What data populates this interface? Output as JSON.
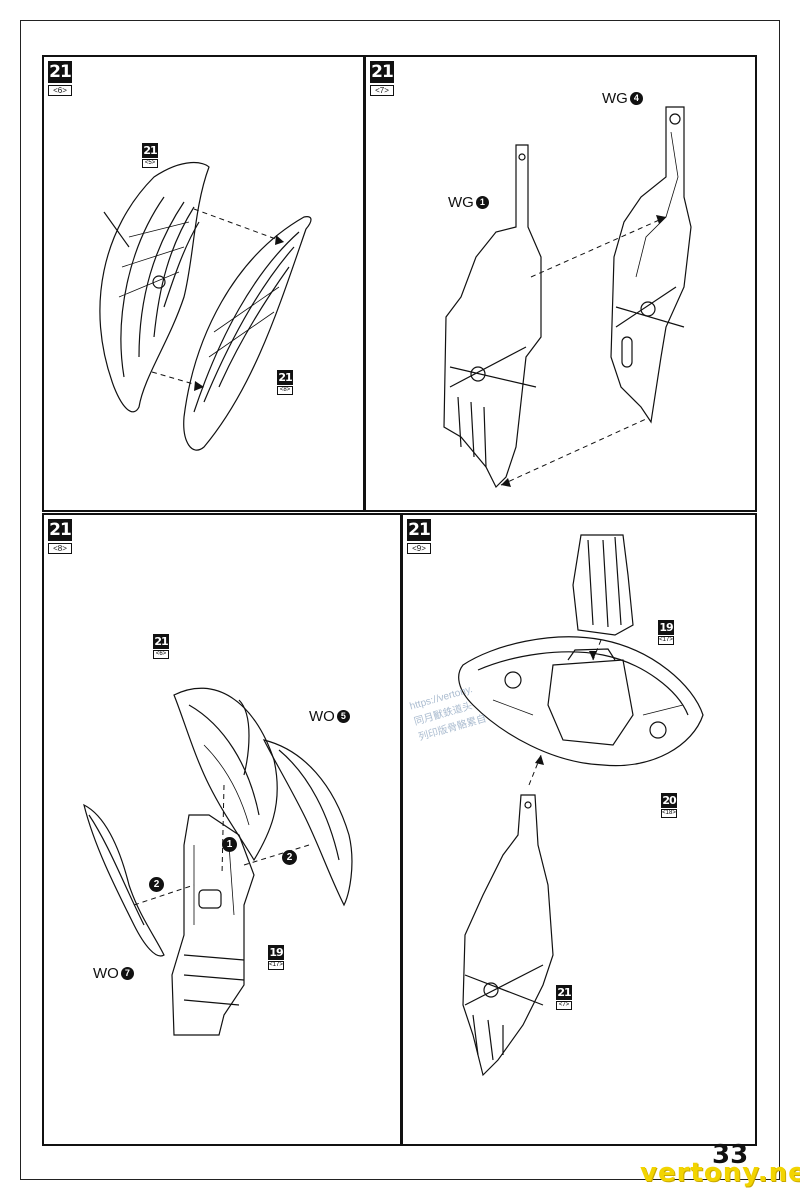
{
  "panels": [
    {
      "step": "21",
      "sub": "<6>"
    },
    {
      "step": "21",
      "sub": "<7>"
    },
    {
      "step": "21",
      "sub": "<8>"
    },
    {
      "step": "21",
      "sub": "<9>"
    }
  ],
  "refs": {
    "p1_top": {
      "num": "21",
      "sub": "<5>"
    },
    "p1_bottom": {
      "num": "21",
      "sub": "<8>"
    },
    "p3_top": {
      "num": "21",
      "sub": "<6>"
    },
    "p3_bottom": {
      "num": "19",
      "sub": "<17>"
    },
    "p4_top": {
      "num": "19",
      "sub": "<17>"
    },
    "p4_mid": {
      "num": "20",
      "sub": "<18>"
    },
    "p4_bottom": {
      "num": "21",
      "sub": "<7>"
    }
  },
  "parts": {
    "wg1": {
      "code": "WG",
      "num": "1"
    },
    "wg4": {
      "code": "WG",
      "num": "4"
    },
    "wo5": {
      "code": "WO",
      "num": "5"
    },
    "wo7": {
      "code": "WO",
      "num": "7"
    }
  },
  "order_marks": [
    "1",
    "2",
    "2"
  ],
  "watermark": {
    "url": "https://vertony.",
    "line2": "同月獸鉄道头",
    "line3": "列印版骨骼累自"
  },
  "page_number": "33",
  "site": "vertony.net"
}
